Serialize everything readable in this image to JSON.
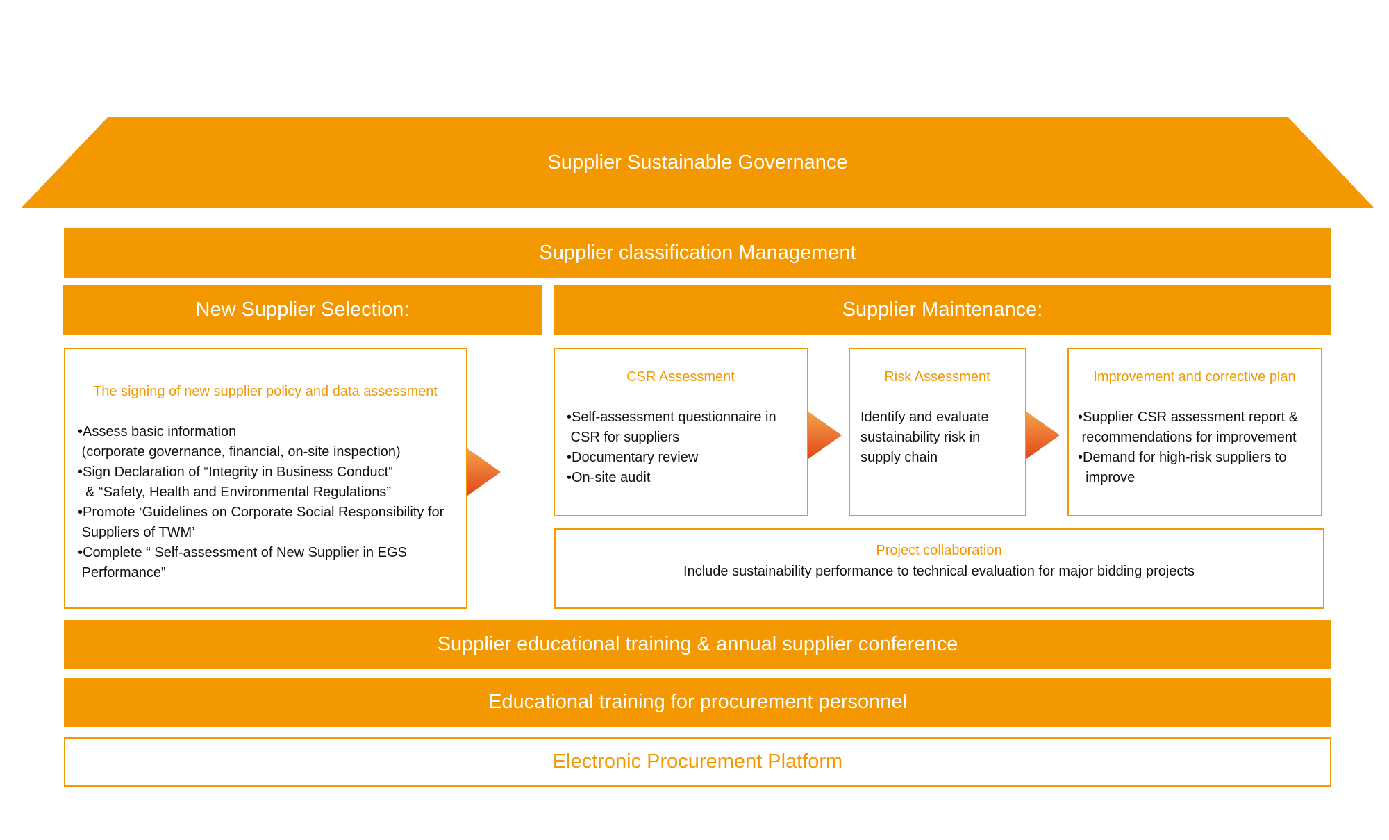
{
  "colors": {
    "accent": "#f39800",
    "text": "#111111",
    "arrow_light": "#f39a2c",
    "arrow_dark": "#e2521c"
  },
  "roof": {
    "label": "Supplier Sustainable Governance"
  },
  "classification": {
    "label": "Supplier classification Management"
  },
  "new_selection": {
    "header": "New Supplier Selection:",
    "box_title": "The signing of new supplier policy and data assessment",
    "items": [
      "•Assess basic information",
      " (corporate governance, financial, on-site inspection)",
      "•Sign Declaration of “Integrity in Business Conduct“",
      "  & “Safety, Health and Environmental Regulations”",
      "•Promote ‘Guidelines on Corporate Social Responsibility for",
      " Suppliers of TWM’",
      "•Complete “ Self-assessment of New Supplier in EGS",
      " Performance”"
    ]
  },
  "maintenance": {
    "header": "Supplier Maintenance:",
    "csr": {
      "title": "CSR Assessment",
      "items": [
        "•Self-assessment questionnaire in",
        " CSR for suppliers",
        "•Documentary review",
        "•On-site audit"
      ]
    },
    "risk": {
      "title": "Risk Assessment",
      "items": [
        "Identify and evaluate",
        "sustainability risk in",
        "supply chain"
      ]
    },
    "improvement": {
      "title": "Improvement and corrective plan",
      "items": [
        "•Supplier CSR assessment report &",
        " recommendations for improvement",
        "•Demand for high-risk suppliers to",
        "  improve"
      ]
    },
    "project": {
      "title": "Project collaboration",
      "text": "Include sustainability performance to technical evaluation for major bidding projects"
    }
  },
  "training_supplier": {
    "label": "Supplier educational training & annual supplier conference"
  },
  "training_procurement": {
    "label": "Educational training for procurement personnel"
  },
  "platform": {
    "label": "Electronic Procurement Platform"
  }
}
